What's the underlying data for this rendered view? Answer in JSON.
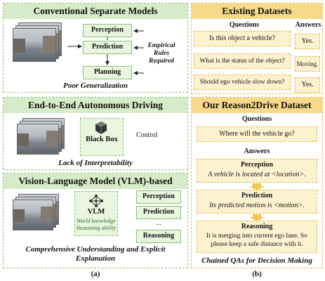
{
  "panel_a": {
    "section1": {
      "title": "Conventional Separate Models",
      "modules": [
        "Perception",
        "Prediction",
        "Planning"
      ],
      "rules_text": "Empirical Rules Required",
      "caption": "Poor Generalization"
    },
    "section2": {
      "title": "End-to-End Autonomous Driving",
      "box_label": "Black Box",
      "output": "Control",
      "caption": "Lack of Interpretability"
    },
    "section3": {
      "title": "Vision-Language Model (VLM)-based",
      "vlm_label": "VLM",
      "vlm_sub1": "World knowledge",
      "vlm_sub2": "Reasoning ability",
      "outputs": [
        "Perception",
        "Prediction",
        "Reasoning"
      ],
      "ellipsis": "...",
      "caption": "Comprehensive Understanding and Explicit Explanation"
    },
    "label": "(a)"
  },
  "panel_b": {
    "existing": {
      "title": "Existing Datasets",
      "questions_header": "Questions",
      "answers_header": "Answers",
      "rows": [
        {
          "q": "Is this object a vehicle?",
          "a": "Yes."
        },
        {
          "q": "What is the status of the object?",
          "a": "Moving."
        },
        {
          "q": "Should ego vehicle slow down?",
          "a": "Yes."
        }
      ]
    },
    "ours": {
      "title": "Our Reason2Drive Dataset",
      "questions_header": "Questions",
      "question": "Where will the vehicle go?",
      "answers_header": "Answers",
      "steps": [
        {
          "title": "Perception",
          "text": "A vehicle is located at <location>."
        },
        {
          "title": "Prediction",
          "text": "Its predicted motion is <motion>."
        },
        {
          "title": "Reasoning",
          "text": "It is merging into current ego lane. So please keep a safe distance with it."
        }
      ],
      "caption": "Chained QAs for Decision Making"
    },
    "label": "(b)"
  },
  "colors": {
    "green_header": "#d6ebc8",
    "green_border": "#8cc07a",
    "yellow_header": "#f7d98a",
    "yellow_border": "#e8b84a"
  }
}
